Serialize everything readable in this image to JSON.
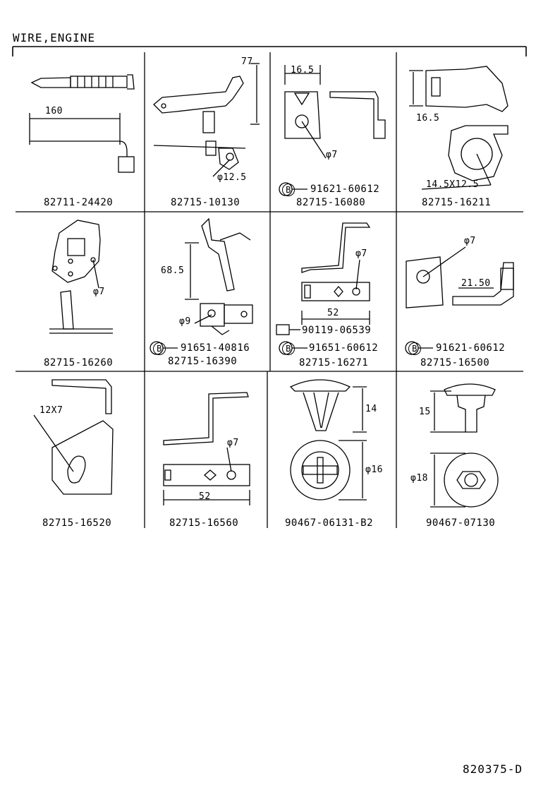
{
  "header": {
    "title": "WIRE,ENGINE"
  },
  "diagram_number": "820375-D",
  "cells": [
    {
      "part": "82711-24420",
      "dims": [
        "160"
      ]
    },
    {
      "part": "82715-10130",
      "dims": [
        "77",
        "φ12.5"
      ]
    },
    {
      "part": "82715-16080",
      "bolt": "91621-60612",
      "dims": [
        "16.5",
        "φ7"
      ]
    },
    {
      "part": "82715-16211",
      "dims": [
        "16.5",
        "14.5X12.5"
      ]
    },
    {
      "part": "82715-16260",
      "dims": [
        "φ7"
      ]
    },
    {
      "part": "82715-16390",
      "bolt": "91651-40816",
      "dims": [
        "68.5",
        "φ9"
      ]
    },
    {
      "part": "82715-16271",
      "bolt": "91651-60612",
      "screw": "90119-06539",
      "dims": [
        "φ7",
        "52"
      ]
    },
    {
      "part": "82715-16500",
      "bolt": "91621-60612",
      "dims": [
        "φ7",
        "21.50"
      ]
    },
    {
      "part": "82715-16520",
      "dims": [
        "12X7"
      ]
    },
    {
      "part": "82715-16560",
      "dims": [
        "φ7",
        "52"
      ]
    },
    {
      "part": "90467-06131-B2",
      "dims": [
        "14",
        "φ16"
      ]
    },
    {
      "part": "90467-07130",
      "dims": [
        "15",
        "φ18"
      ]
    }
  ],
  "bolt_marker": "B"
}
